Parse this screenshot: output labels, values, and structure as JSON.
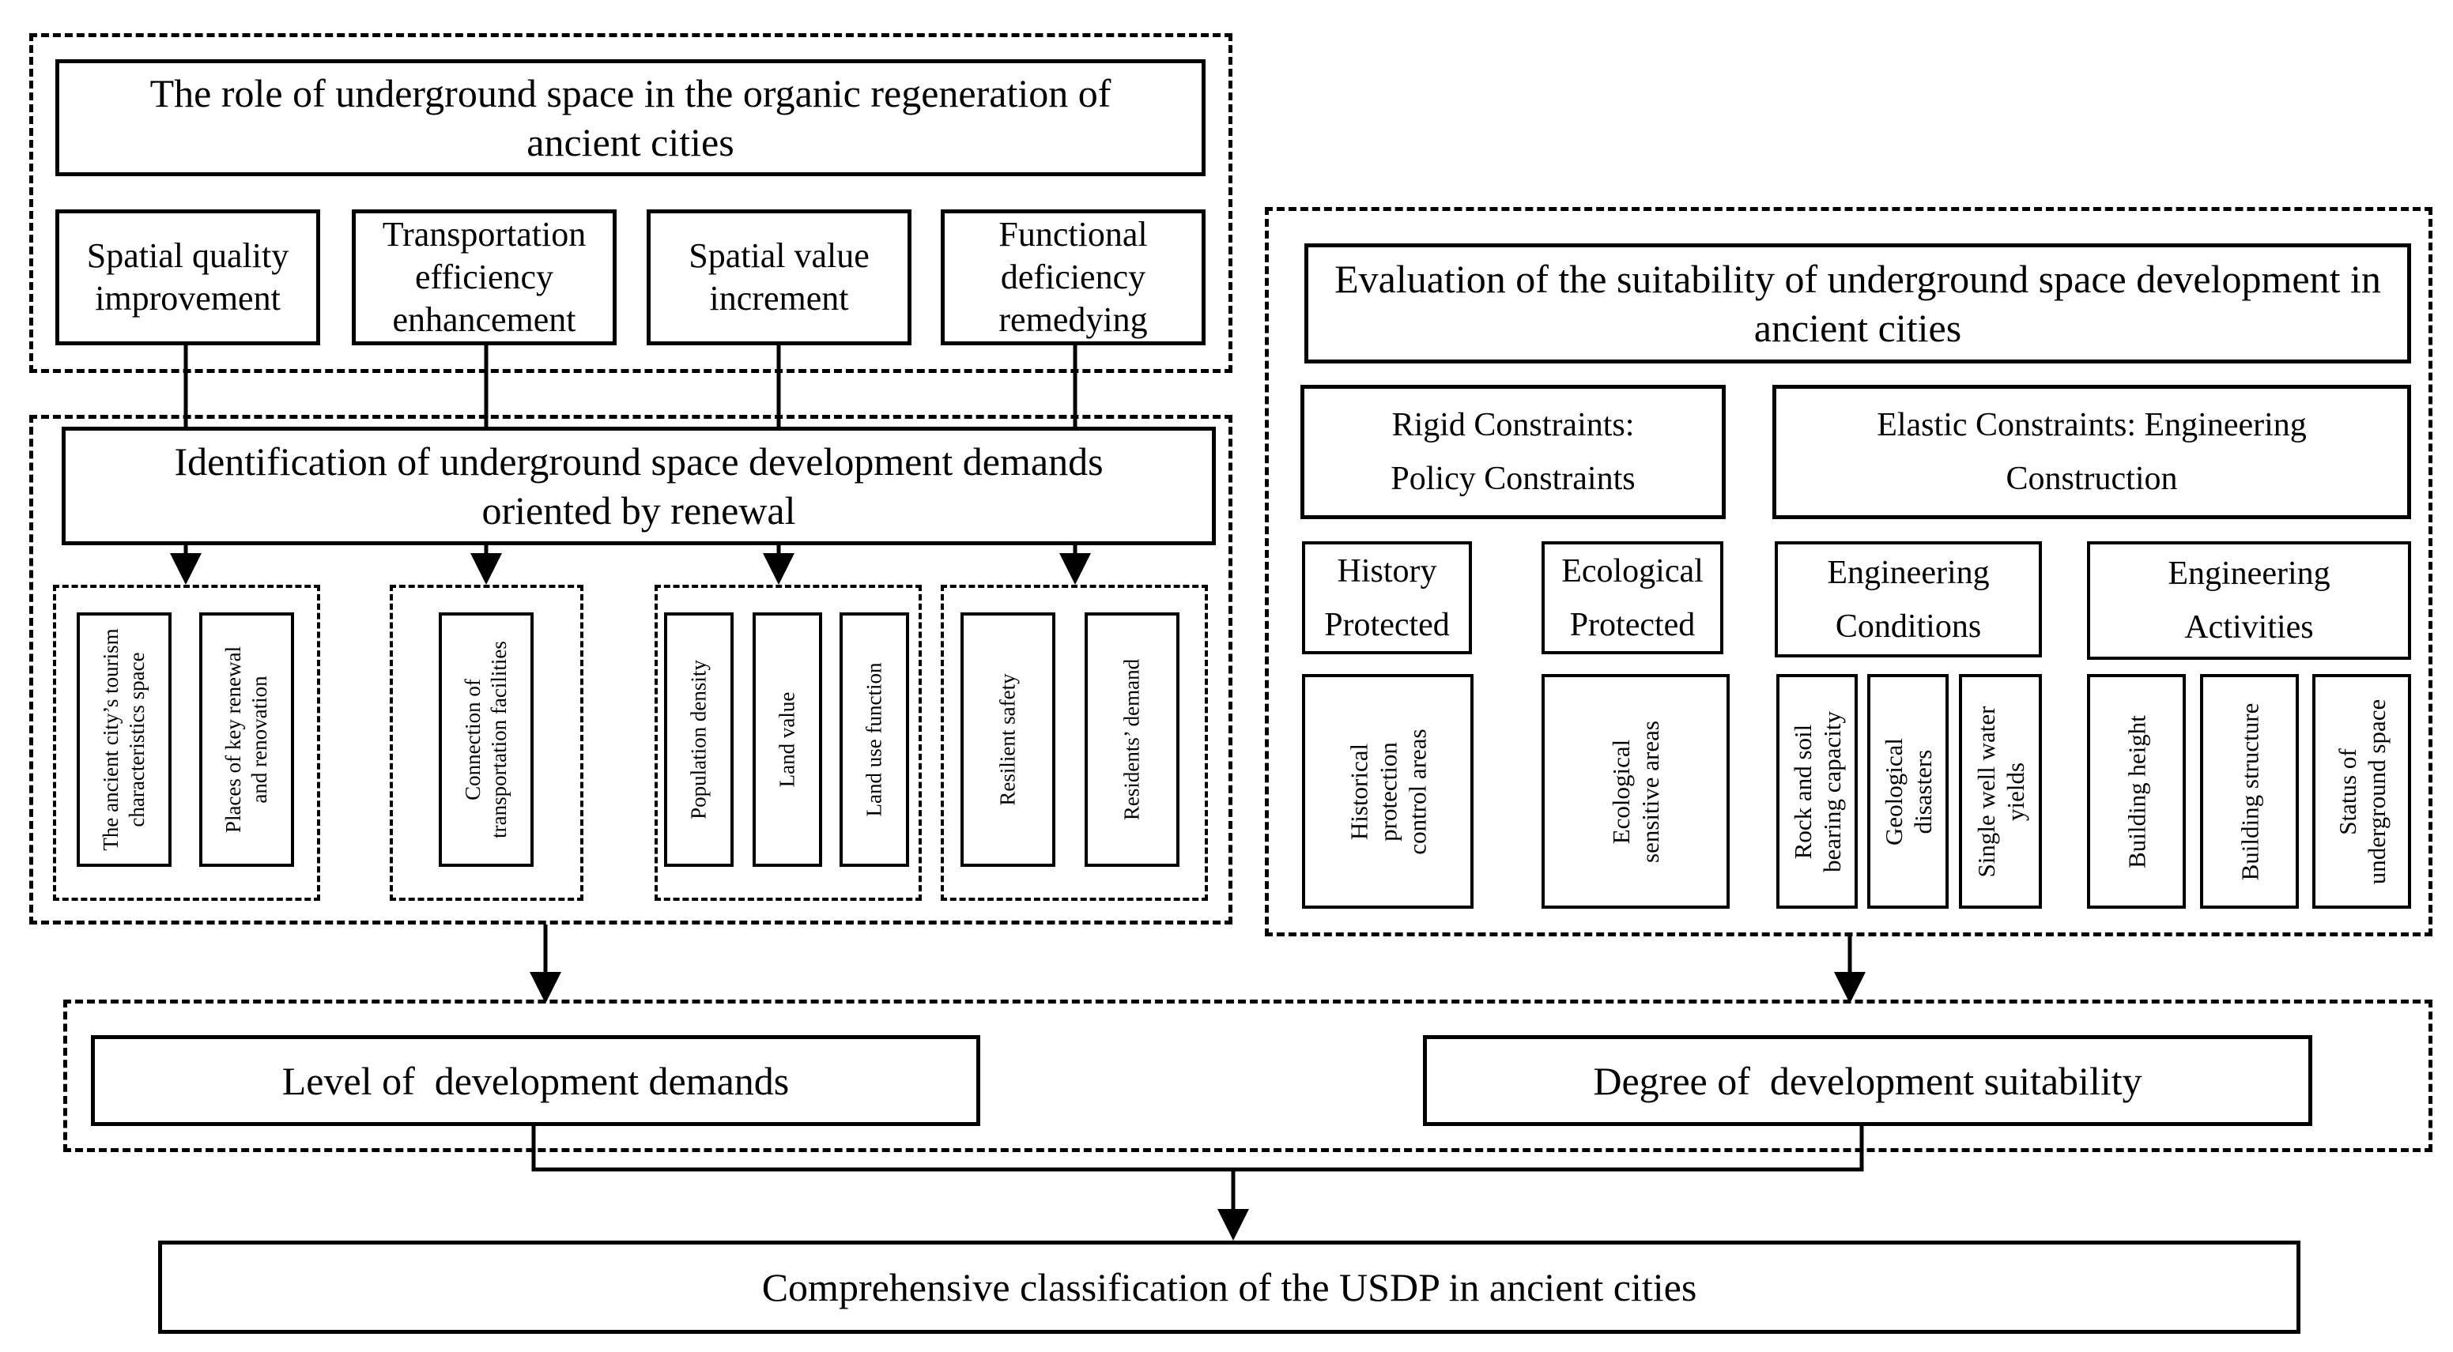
{
  "role": {
    "title": "The role of underground space in the organic regeneration of ancient cities",
    "items": [
      "Spatial quality improvement",
      "Transportation efficiency enhancement",
      "Spatial value increment",
      "Functional deficiency remedying"
    ]
  },
  "demands": {
    "title": "Identification of underground space development demands oriented by renewal",
    "groups": [
      [
        "The ancient city’s tourism characteristics space",
        "Places of key renewal and renovation"
      ],
      [
        "Connection of transportation facilities"
      ],
      [
        "Population density",
        "Land value",
        "Land use function"
      ],
      [
        "Resilient safety",
        "Residents’ demand"
      ]
    ]
  },
  "suitability": {
    "title": "Evaluation of the suitability of underground space development in ancient cities",
    "rigid": "Rigid Constraints: Policy Constraints",
    "elastic": "Elastic Constraints: Engineering Construction",
    "categories": [
      "History Protected",
      "Ecological Protected",
      "Engineering Conditions",
      "Engineering Activities"
    ],
    "factors": {
      "history": [
        "Historical protection control areas"
      ],
      "ecological": [
        "Ecological sensitive areas"
      ],
      "conditions": [
        "Rock and soil bearing capacity",
        "Geological disasters",
        "Single well water yields"
      ],
      "activities": [
        "Building height",
        "Building structure",
        "Status of underground space"
      ]
    }
  },
  "results": {
    "demand_level": "Level of  development demands",
    "suitability_degree": "Degree of  development suitability",
    "final": "Comprehensive classification of the USDP in ancient cities"
  }
}
